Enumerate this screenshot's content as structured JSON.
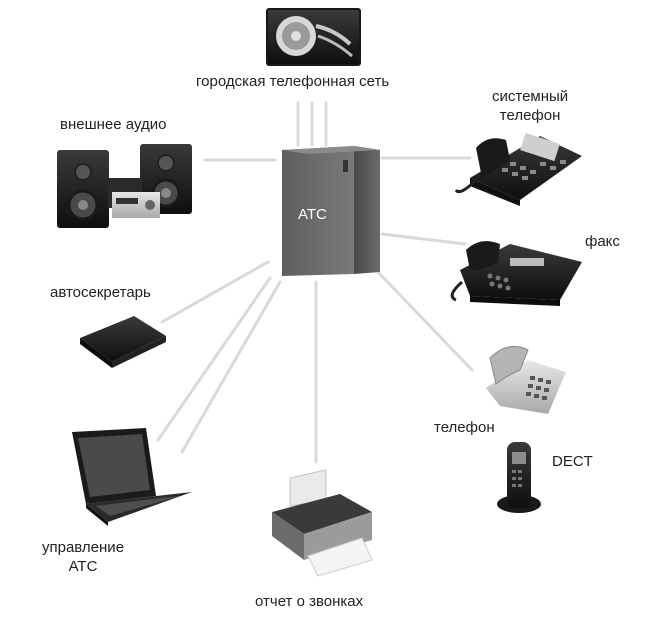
{
  "hub": {
    "label": "АТС"
  },
  "nodes": {
    "city_network": {
      "label": "городская телефонная сеть",
      "icon": "telephone-network-icon"
    },
    "system_phone": {
      "label_line1": "системный",
      "label_line2": "телефон",
      "icon": "system-phone-icon"
    },
    "fax": {
      "label": "факс",
      "icon": "fax-machine-icon"
    },
    "phone": {
      "label": "телефон",
      "icon": "desk-phone-icon"
    },
    "dect": {
      "label": "DECT",
      "icon": "dect-handset-icon"
    },
    "call_report": {
      "label": "отчет о звонках",
      "icon": "printer-icon"
    },
    "pbx_management": {
      "label_line1": "управление",
      "label_line2": "АТС",
      "icon": "laptop-icon"
    },
    "answering_machine": {
      "label": "автосекретарь",
      "icon": "answering-machine-icon"
    },
    "external_audio": {
      "label": "внешнее аудио",
      "icon": "stereo-system-icon"
    }
  },
  "colors": {
    "connector": "#d9d9d9",
    "hub": "#6e6e70",
    "device_dark": "#1e1e1e"
  }
}
